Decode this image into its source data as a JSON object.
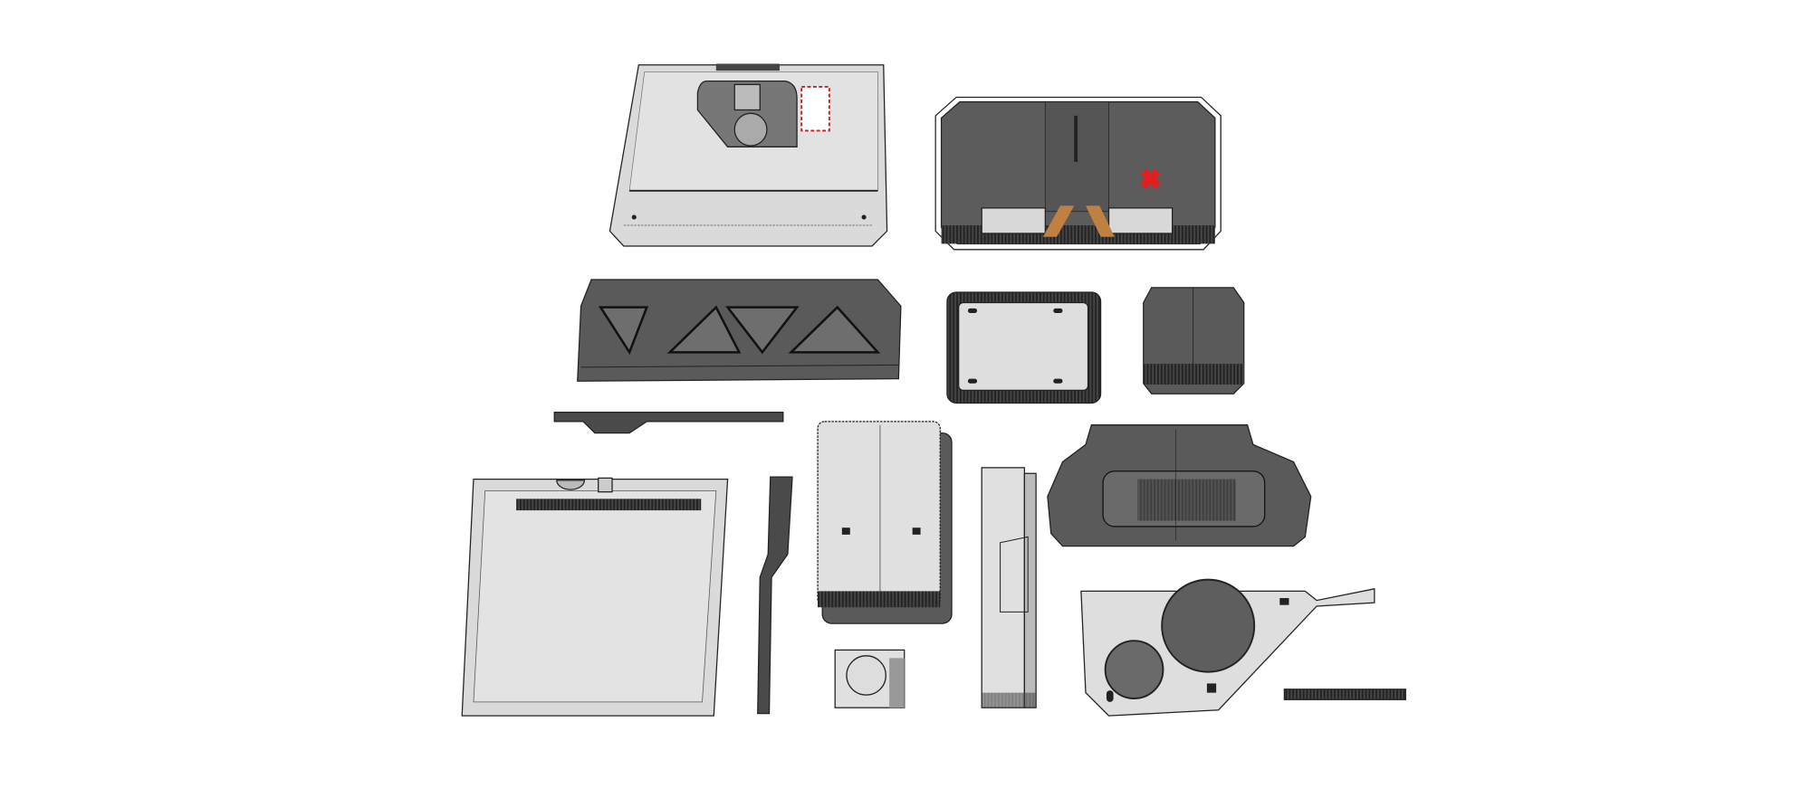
{
  "scene": {
    "background": "#ffffff",
    "colors": {
      "light_part": "#dcdcdc",
      "dark_part": "#5a5a5a",
      "edge": "#1e1e1e",
      "accent_red": "#e02020",
      "accent_orange": "#c08040"
    },
    "parts": [
      "top-cover-panel",
      "base-plate-dark",
      "truss-side-panel",
      "small-tray",
      "cube-block",
      "thin-dark-bar",
      "tall-tray",
      "roller-mount",
      "flat-plate",
      "dark-strip",
      "narrow-bar",
      "small-bracket",
      "speaker-side-panel",
      "small-dark-rail"
    ]
  }
}
